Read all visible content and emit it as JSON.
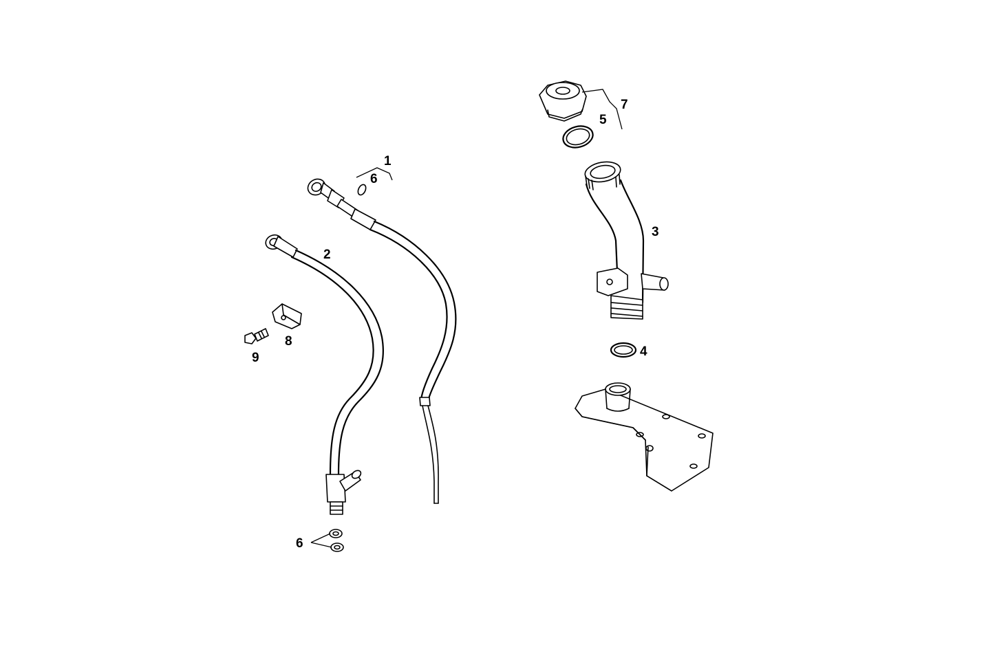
{
  "callouts": {
    "c1": "1",
    "c2": "2",
    "c3": "3",
    "c4": "4",
    "c5": "5",
    "c6_top": "6",
    "c6_bottom": "6",
    "c7": "7",
    "c8": "8",
    "c9": "9"
  }
}
